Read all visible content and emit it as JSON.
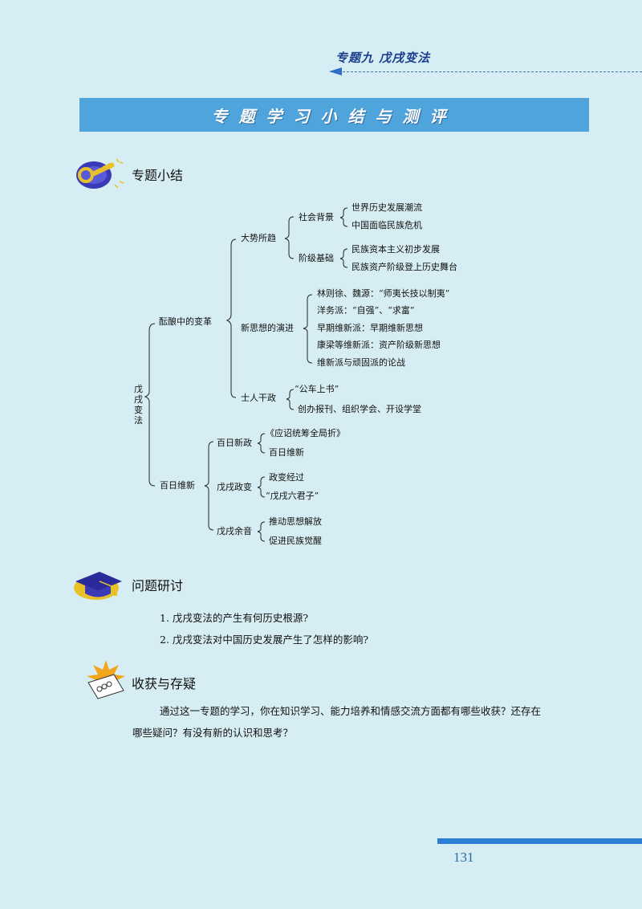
{
  "header": {
    "chapter_title": "专题九  戊戌变法"
  },
  "banner": {
    "title": "专题学习小结与测评"
  },
  "section_summary": {
    "title": "专题小结",
    "icon": "key-icon"
  },
  "mindmap": {
    "root": "戊戌变法",
    "n_brewing": "酝酿中的变革",
    "n_trend": "大势所趋",
    "n_social": "社会背景",
    "l_social_1": "世界历史发展潮流",
    "l_social_2": "中国面临民族危机",
    "n_class": "阶级基础",
    "l_class_1": "民族资本主义初步发展",
    "l_class_2": "民族资产阶级登上历史舞台",
    "n_thought": "新思想的演进",
    "l_thought_1": "林则徐、魏源：“师夷长技以制夷”",
    "l_thought_2": "洋务派：“自强”、“求富”",
    "l_thought_3": "早期维新派：早期维新思想",
    "l_thought_4": "康梁等维新派：资产阶级新思想",
    "l_thought_5": "维新派与顽固派的论战",
    "n_scholar": "士人干政",
    "l_scholar_1": "“公车上书”",
    "l_scholar_2": "创办报刊、组织学会、开设学堂",
    "n_hundred": "百日维新",
    "n_newpolicy": "百日新政",
    "l_newpolicy_1": "《应诏统筹全局折》",
    "l_newpolicy_2": "百日维新",
    "n_coup": "戊戌政变",
    "l_coup_1": "政变经过",
    "l_coup_2": "“戊戌六君子”",
    "n_echo": "戊戌余音",
    "l_echo_1": "推动思想解放",
    "l_echo_2": "促进民族觉醒"
  },
  "section_discussion": {
    "title": "问题研讨",
    "icon": "graduation-cap-icon",
    "questions": [
      "1. 戊戌变法的产生有何历史根源?",
      "2. 戊戌变法对中国历史发展产生了怎样的影响?"
    ]
  },
  "section_gains": {
    "title": "收获与存疑",
    "icon": "notebook-burst-icon",
    "paragraph_line1": "通过这一专题的学习，你在知识学习、能力培养和情感交流方面都有哪些收获？还存在",
    "paragraph_line2": "哪些疑问？有没有新的认识和思考？"
  },
  "footer": {
    "page_number": "131"
  },
  "colors": {
    "background": "#d6eef3",
    "banner": "#4fa4dc",
    "header_text": "#1a3f8f",
    "footer_bar": "#2a7fd4"
  }
}
